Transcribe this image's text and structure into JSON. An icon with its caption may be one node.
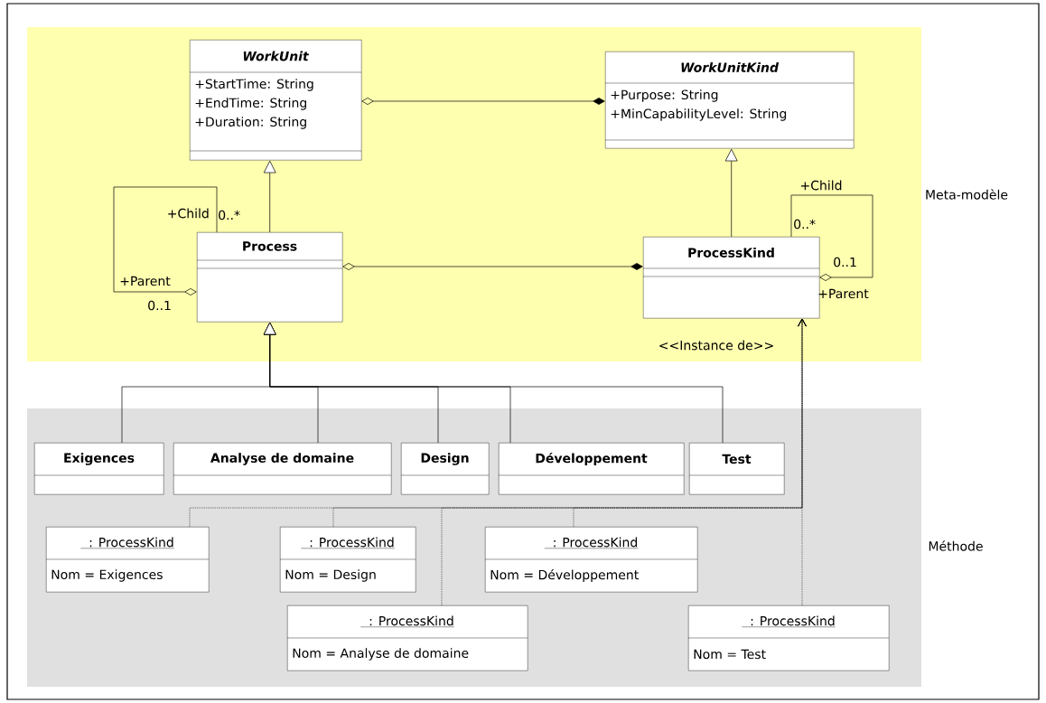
{
  "diagram": {
    "nodes": [
      {
        "text": [
          "WorkUnit",
          "+StartTime: String",
          "+EndTime: String",
          "+Duration: String"
        ]
      },
      {
        "text": [
          "WorkUnitKind",
          "+Purpose: String",
          "+MinCapabilityLevel: String"
        ]
      },
      {
        "text": [
          "Process"
        ]
      },
      {
        "text": [
          "ProcessKind"
        ]
      },
      {
        "text": [
          "Exigences"
        ]
      },
      {
        "text": [
          "Analyse de domaine"
        ]
      },
      {
        "text": [
          "Design"
        ]
      },
      {
        "text": [
          "Développement"
        ]
      },
      {
        "text": [
          "Test"
        ]
      },
      {
        "text": [
          ": ProcessKind",
          "Nom = Exigences"
        ]
      },
      {
        "text": [
          ": ProcessKind",
          "Nom = Design"
        ]
      },
      {
        "text": [
          ": ProcessKind",
          "Nom = Développement"
        ]
      },
      {
        "text": [
          ": ProcessKind",
          "Nom = Analyse de domaine"
        ]
      },
      {
        "text": [
          ": ProcessKind",
          "Nom = Test"
        ]
      }
    ],
    "edges": [
      {
        "from": 0,
        "to": 1,
        "arrow": "other"
      },
      {
        "from": 2,
        "to": 0,
        "arrow": "to"
      },
      {
        "from": 3,
        "to": 1,
        "arrow": "to"
      },
      {
        "from": 2,
        "to": 3,
        "arrow": "other"
      },
      {
        "from": 2,
        "to": 2,
        "arrow": "other"
      },
      {
        "from": 3,
        "to": 3,
        "arrow": "other"
      },
      {
        "from": 4,
        "to": 2,
        "arrow": "to"
      },
      {
        "from": 5,
        "to": 2,
        "arrow": "to"
      },
      {
        "from": 6,
        "to": 2,
        "arrow": "to"
      },
      {
        "from": 7,
        "to": 2,
        "arrow": "to"
      },
      {
        "from": 8,
        "to": 2,
        "arrow": "to"
      },
      {
        "from": 9,
        "to": 3,
        "arrow": "to",
        "style": "dashed"
      },
      {
        "from": 10,
        "to": 3,
        "arrow": "to",
        "style": "dashed"
      },
      {
        "from": 12,
        "to": 3,
        "arrow": "to",
        "style": "dashed"
      },
      {
        "from": 11,
        "to": 3,
        "arrow": "to",
        "style": "dashed"
      },
      {
        "from": 13,
        "to": 3,
        "arrow": "to",
        "style": "dashed"
      }
    ],
    "labels": [
      "+Child",
      "Meta-modèle",
      "+Child",
      "0..*",
      "0..*",
      "0..1",
      "+Parent",
      "+Parent",
      "0..1",
      "<<Instance de>>",
      "Méthode"
    ]
  }
}
